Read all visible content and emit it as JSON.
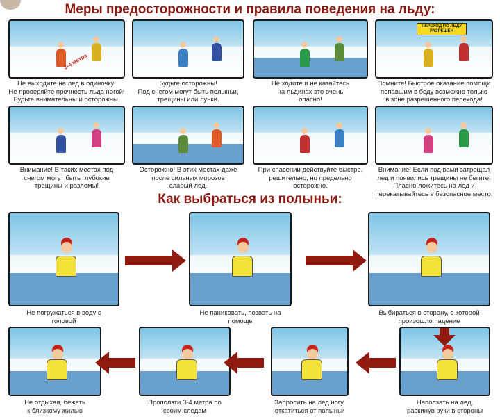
{
  "title": "Меры предосторожности и правила поведения на льду:",
  "subtitle": "Как выбраться из полыньи:",
  "colors": {
    "title": "#8b1a12",
    "arrow": "#8e1a10",
    "ice": "#bfe3f3",
    "water": "#2b78b8"
  },
  "rules": [
    {
      "text": "Не выходите на лед в одиночку!\nНе проверяйте прочность льда ногой!\nБудьте внимательны и осторожны.",
      "sign": "3-4 метра"
    },
    {
      "text": "Будьте осторожны!\nПод снегом могут быть полыньи,\nтрещины или лунки."
    },
    {
      "text": "Не ходите и не катайтесь\nна льдинах это очень\nопасно!"
    },
    {
      "text": "Помните! Быстрое оказание помощи\nпопавшим в беду возможно только\nв зоне разрешенного перехода!",
      "sign": "ПЕРЕХОД ПО ЛЬДУ РАЗРЕШЕН"
    },
    {
      "text": "Внимание! В таких местах под\nснегом могут быть глубокие\nтрещины и разломы!"
    },
    {
      "text": "Осторожно! В этих местах даже\nпосле сильных морозов\nслабый лед."
    },
    {
      "text": "При спасении действуйте быстро,\nрешительно, но предельно\nосторожно."
    },
    {
      "text": "Внимание! Если под вами затрещал\nлед и появились трещины не бегите!\nПлавно ложитесь на лед и\nперекатывайтесь в безопасное место."
    }
  ],
  "steps": [
    {
      "text": "Не погружаться в воду с\nголовой"
    },
    {
      "text": "Не паниковать, позвать на\nпомощь"
    },
    {
      "text": "Выбираться в сторону, с которой\nпроизошло падение"
    },
    {
      "text": "Наползать на лед,\nраскинув руки в стороны"
    },
    {
      "text": "Забросить на лед ногу,\nоткатиться от полыньи"
    },
    {
      "text": "Проползти 3-4 метра по\nсвоим следам"
    },
    {
      "text": "Не отдыхая, бежать\nк близкому жилью"
    }
  ]
}
